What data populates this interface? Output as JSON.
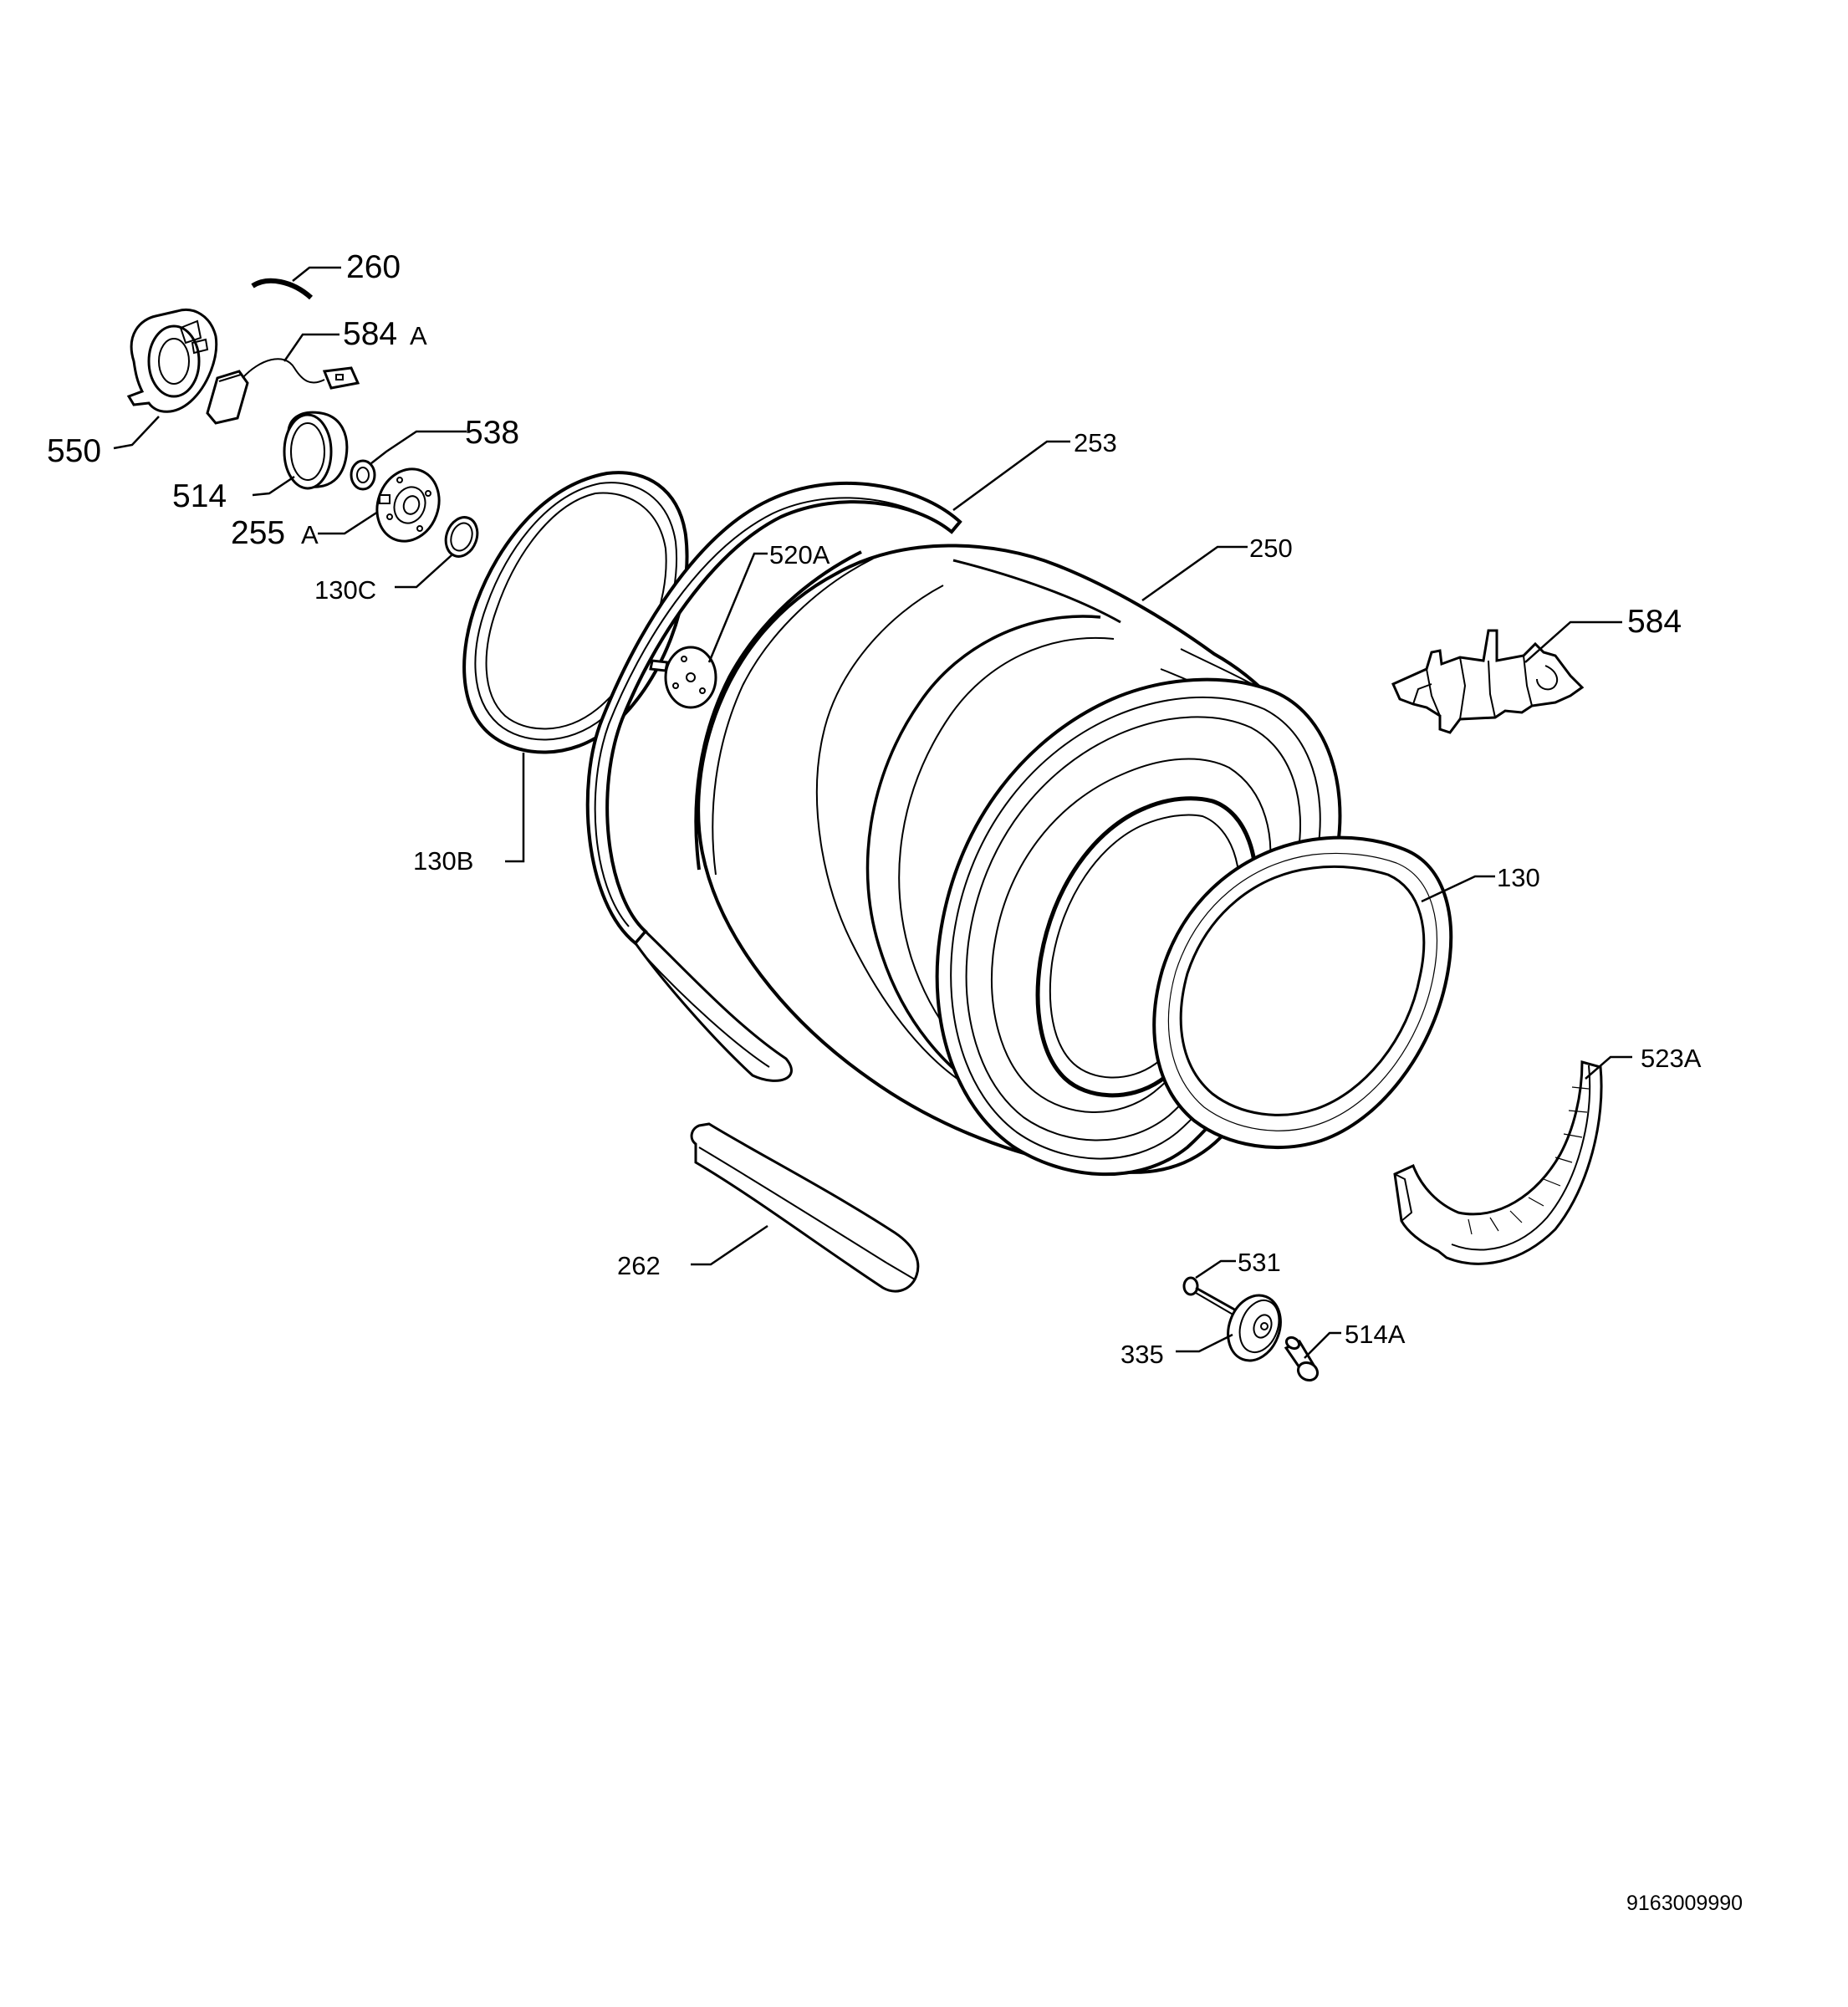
{
  "document_number": "9163009990",
  "callouts": {
    "p260": "260",
    "p584a": "584",
    "p584a_suffix": "A",
    "p550": "550",
    "p514": "514",
    "p538": "538",
    "p255a": "255",
    "p255a_suffix": "A",
    "p130c": "130C",
    "p253": "253",
    "p520a": "520A",
    "p250": "250",
    "p584": "584",
    "p130b": "130B",
    "p130": "130",
    "p523a": "523A",
    "p262": "262",
    "p531": "531",
    "p335": "335",
    "p514a": "514A"
  }
}
